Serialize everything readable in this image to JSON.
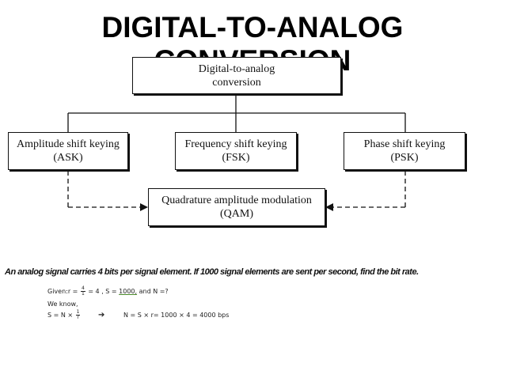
{
  "title": "DIGITAL-TO-ANALOG CONVERSION",
  "diagram": {
    "root": [
      "Digital-to-analog",
      "conversion"
    ],
    "ask": [
      "Amplitude shift keying",
      "(ASK)"
    ],
    "fsk": [
      "Frequency shift keying",
      "(FSK)"
    ],
    "psk": [
      "Phase shift keying",
      "(PSK)"
    ],
    "qam": [
      "Quadrature amplitude modulation",
      "(QAM)"
    ]
  },
  "question": "An analog signal carries 4 bits per signal element. If 1000 signal elements are sent per second, find the bit rate.",
  "solution": {
    "given_prefix": "Given:r =",
    "frac1_num": "4",
    "frac1_den": "1",
    "given_mid": "= 4 , S =",
    "s_value": "1000,",
    "given_end": "and N =?",
    "we_know": "We know,",
    "formula_prefix": "S = N ×",
    "frac2_num": "1",
    "frac2_den": "r",
    "arrow": "➔",
    "result": "N = S × r= 1000 × 4  = 4000 bps"
  }
}
